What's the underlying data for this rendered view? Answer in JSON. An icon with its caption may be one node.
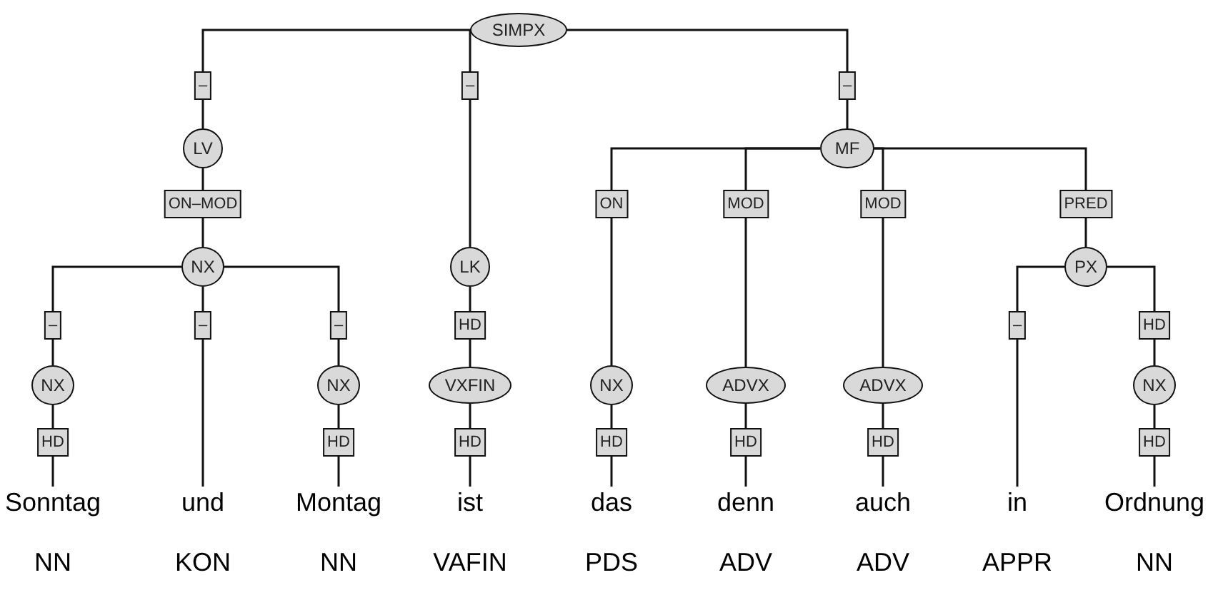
{
  "diagram": {
    "nodes": [
      {
        "text": [
          "SIMPX"
        ]
      },
      {
        "text": [
          "LV"
        ]
      },
      {
        "text": [
          "LK"
        ]
      },
      {
        "text": [
          "MF"
        ]
      },
      {
        "text": [
          "NX"
        ]
      },
      {
        "text": [
          "PX"
        ]
      },
      {
        "text": [
          "NX"
        ]
      },
      {
        "text": [
          "NX"
        ]
      },
      {
        "text": [
          "VXFIN"
        ]
      },
      {
        "text": [
          "NX"
        ]
      },
      {
        "text": [
          "ADVX"
        ]
      },
      {
        "text": [
          "ADVX"
        ]
      },
      {
        "text": [
          "NX"
        ]
      },
      {
        "text": [
          "Sonntag"
        ],
        "beside": [
          "NN"
        ]
      },
      {
        "text": [
          "und"
        ],
        "beside": [
          "KON"
        ]
      },
      {
        "text": [
          "Montag"
        ],
        "beside": [
          "NN"
        ]
      },
      {
        "text": [
          "ist"
        ],
        "beside": [
          "VAFIN"
        ]
      },
      {
        "text": [
          "das"
        ],
        "beside": [
          "PDS"
        ]
      },
      {
        "text": [
          "denn"
        ],
        "beside": [
          "ADV"
        ]
      },
      {
        "text": [
          "auch"
        ],
        "beside": [
          "ADV"
        ]
      },
      {
        "text": [
          "in"
        ],
        "beside": [
          "APPR"
        ]
      },
      {
        "text": [
          "Ordnung"
        ],
        "beside": [
          "NN"
        ]
      }
    ],
    "edges": [
      {
        "from": 0,
        "to": 1,
        "arrow": "none",
        "label": "–"
      },
      {
        "from": 0,
        "to": 2,
        "arrow": "none",
        "label": "–"
      },
      {
        "from": 0,
        "to": 3,
        "arrow": "none",
        "label": "–"
      },
      {
        "from": 1,
        "to": 4,
        "arrow": "none",
        "label": "ON–MOD"
      },
      {
        "from": 4,
        "to": 6,
        "arrow": "none",
        "label": "–"
      },
      {
        "from": 4,
        "to": 14,
        "arrow": "none",
        "label": "–"
      },
      {
        "from": 4,
        "to": 7,
        "arrow": "none",
        "label": "–"
      },
      {
        "from": 6,
        "to": 13,
        "arrow": "none",
        "label": "HD"
      },
      {
        "from": 7,
        "to": 15,
        "arrow": "none",
        "label": "HD"
      },
      {
        "from": 2,
        "to": 8,
        "arrow": "none",
        "label": "HD"
      },
      {
        "from": 8,
        "to": 16,
        "arrow": "none",
        "label": "HD"
      },
      {
        "from": 3,
        "to": 9,
        "arrow": "none",
        "label": "ON"
      },
      {
        "from": 3,
        "to": 10,
        "arrow": "none",
        "label": "MOD"
      },
      {
        "from": 3,
        "to": 11,
        "arrow": "none",
        "label": "MOD"
      },
      {
        "from": 3,
        "to": 5,
        "arrow": "none",
        "label": "PRED"
      },
      {
        "from": 9,
        "to": 17,
        "arrow": "none",
        "label": "HD"
      },
      {
        "from": 10,
        "to": 18,
        "arrow": "none",
        "label": "HD"
      },
      {
        "from": 11,
        "to": 19,
        "arrow": "none",
        "label": "HD"
      },
      {
        "from": 5,
        "to": 20,
        "arrow": "none",
        "label": "–"
      },
      {
        "from": 5,
        "to": 12,
        "arrow": "none",
        "label": "HD"
      },
      {
        "from": 12,
        "to": 21,
        "arrow": "none",
        "label": "HD"
      }
    ]
  }
}
